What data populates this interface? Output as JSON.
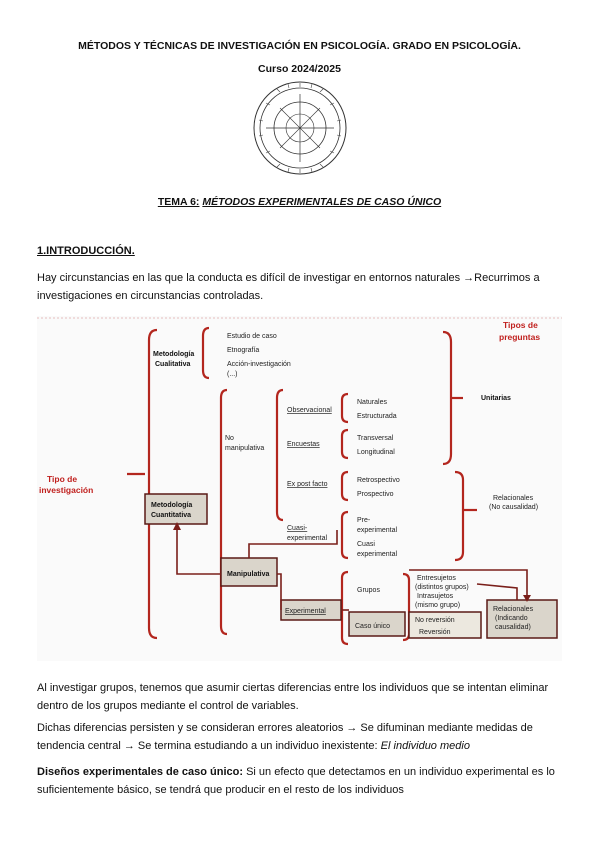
{
  "header": {
    "title": "MÉTODOS Y TÉCNICAS DE INVESTIGACIÓN EN PSICOLOGÍA. GRADO EN PSICOLOGÍA.",
    "course": "Curso 2024/2025"
  },
  "tema": {
    "label": "TEMA 6:",
    "title": "MÉTODOS EXPERIMENTALES DE CASO ÚNICO"
  },
  "section_title": "1.INTRODUCCIÓN.",
  "paragraphs": {
    "p1": "Hay circunstancias en las que la conducta es difícil de investigar en entornos naturales →Recurrimos a investigaciones en circunstancias controladas.",
    "p2": "Al investigar grupos, tenemos que asumir ciertas diferencias entre los individuos que se intentan eliminar dentro de los grupos mediante el control de variables.",
    "p3_main": "Dichas diferencias persisten y se consideran errores aleatorios → Se difuminan mediante medidas de tendencia central → Se termina estudiando a un individuo inexistente: ",
    "p3_em": "El individuo medio",
    "p4_bold": "Diseños experimentales de caso único:",
    "p4_rest": " Si un efecto que detectamos en un individuo experimental es lo suficientemente básico, se tendrá que producir en el resto de los individuos"
  },
  "diagram": {
    "tipo_investigacion": "Tipo de investigación",
    "tipos_preguntas": "Tipos de preguntas",
    "met_cualitativa": [
      "Metodología",
      "Cualitativa"
    ],
    "cualitativa_items": [
      "Estudio de caso",
      "Etnografía",
      "Acción-investigación",
      "(...)"
    ],
    "met_cuantitativa": [
      "Metodología",
      "Cuantitativa"
    ],
    "no_manipulativa": [
      "No",
      "manipulativa"
    ],
    "observacional": "Observacional",
    "encuestas": "Encuestas",
    "ex_post_facto": "Ex post facto",
    "naturales": "Naturales",
    "estructurada": "Estructurada",
    "transversal": "Transversal",
    "longitudinal": "Longitudinal",
    "retrospectivo": "Retrospectivo",
    "prospectivo": "Prospectivo",
    "unitarias": "Unitarias",
    "relacionales": [
      "Relacionales",
      "(No causalidad)"
    ],
    "manipulativa": "Manipulativa",
    "cuasi": [
      "Cuasi-",
      "experimental"
    ],
    "pre_exp": [
      "Pre-",
      "experimental"
    ],
    "cuasi_exp": [
      "Cuasi",
      "experimental"
    ],
    "experimental": "Experimental",
    "grupos": "Grupos",
    "caso_unico": "Caso único",
    "entresujetos": [
      "Entresujetos",
      "(distintos grupos)",
      "Intrasujetos",
      "(mismo grupo)"
    ],
    "no_reversion": "No reversión",
    "reversion": "Reversión",
    "relaciones_causales": [
      "Relacionales",
      "(Indicando",
      "causalidad)"
    ]
  }
}
